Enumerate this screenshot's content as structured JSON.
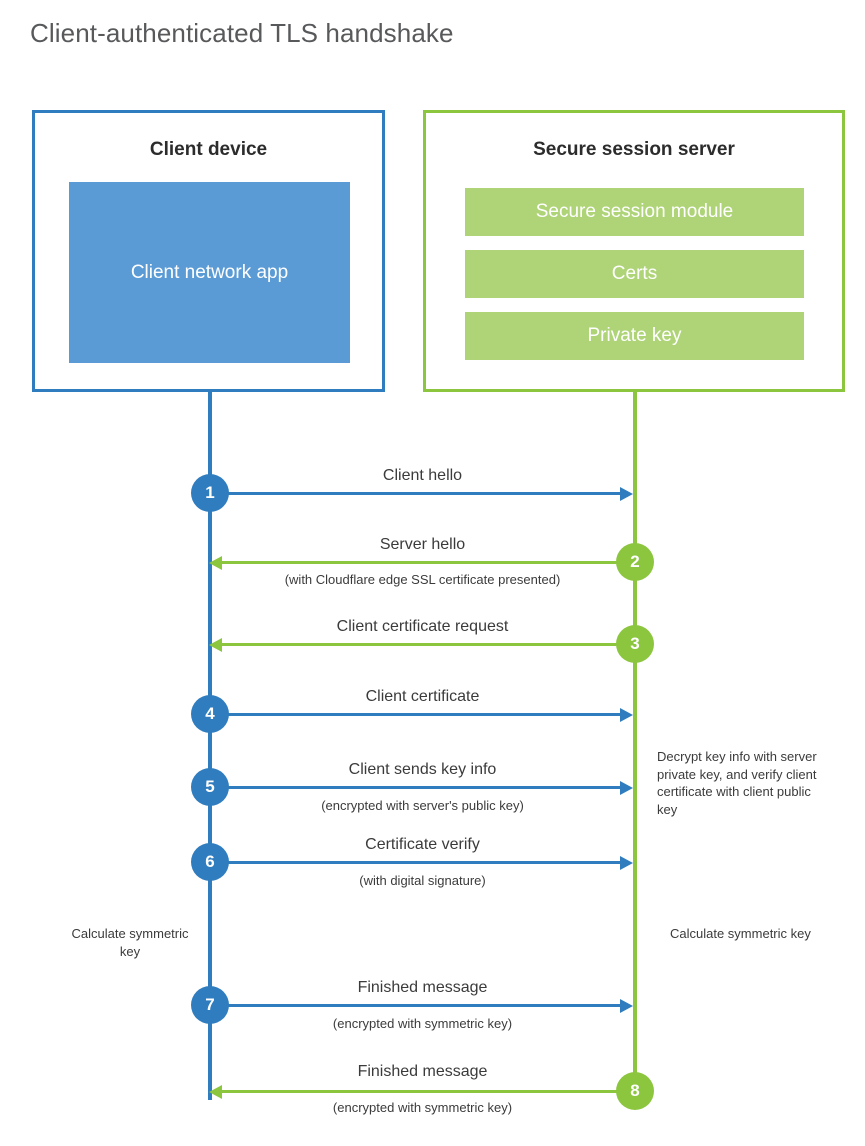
{
  "title": "Client-authenticated TLS handshake",
  "client": {
    "title": "Client device",
    "app_label": "Client network app"
  },
  "server": {
    "title": "Secure session server",
    "bars": [
      {
        "label": "Secure session module"
      },
      {
        "label": "Certs"
      },
      {
        "label": "Private key"
      }
    ]
  },
  "steps": [
    {
      "number": "1",
      "side": "client",
      "direction": "right",
      "label": "Client hello",
      "sub": ""
    },
    {
      "number": "2",
      "side": "server",
      "direction": "left",
      "label": "Server hello",
      "sub": "(with Cloudflare edge SSL certificate presented)"
    },
    {
      "number": "3",
      "side": "server",
      "direction": "left",
      "label": "Client certificate request",
      "sub": ""
    },
    {
      "number": "4",
      "side": "client",
      "direction": "right",
      "label": "Client certificate",
      "sub": ""
    },
    {
      "number": "5",
      "side": "client",
      "direction": "right",
      "label": "Client sends key info",
      "sub": "(encrypted with server's public key)"
    },
    {
      "number": "6",
      "side": "client",
      "direction": "right",
      "label": "Certificate verify",
      "sub": "(with digital signature)"
    },
    {
      "number": "7",
      "side": "client",
      "direction": "right",
      "label": "Finished message",
      "sub": "(encrypted with symmetric key)"
    },
    {
      "number": "8",
      "side": "server",
      "direction": "left",
      "label": "Finished message",
      "sub": "(encrypted with symmetric key)"
    }
  ],
  "notes": {
    "server_decrypt": "Decrypt key info with server private key, and verify client certificate with client public key",
    "client_calculate": "Calculate symmetric key",
    "server_calculate": "Calculate symmetric key"
  },
  "colors": {
    "client_blue": "#2f7dbf",
    "client_app_fill": "#5b9bd5",
    "server_green": "#8cc63f",
    "server_bar_fill": "#aed477",
    "title_gray": "#58595b",
    "text_gray": "#3b3b3b"
  }
}
